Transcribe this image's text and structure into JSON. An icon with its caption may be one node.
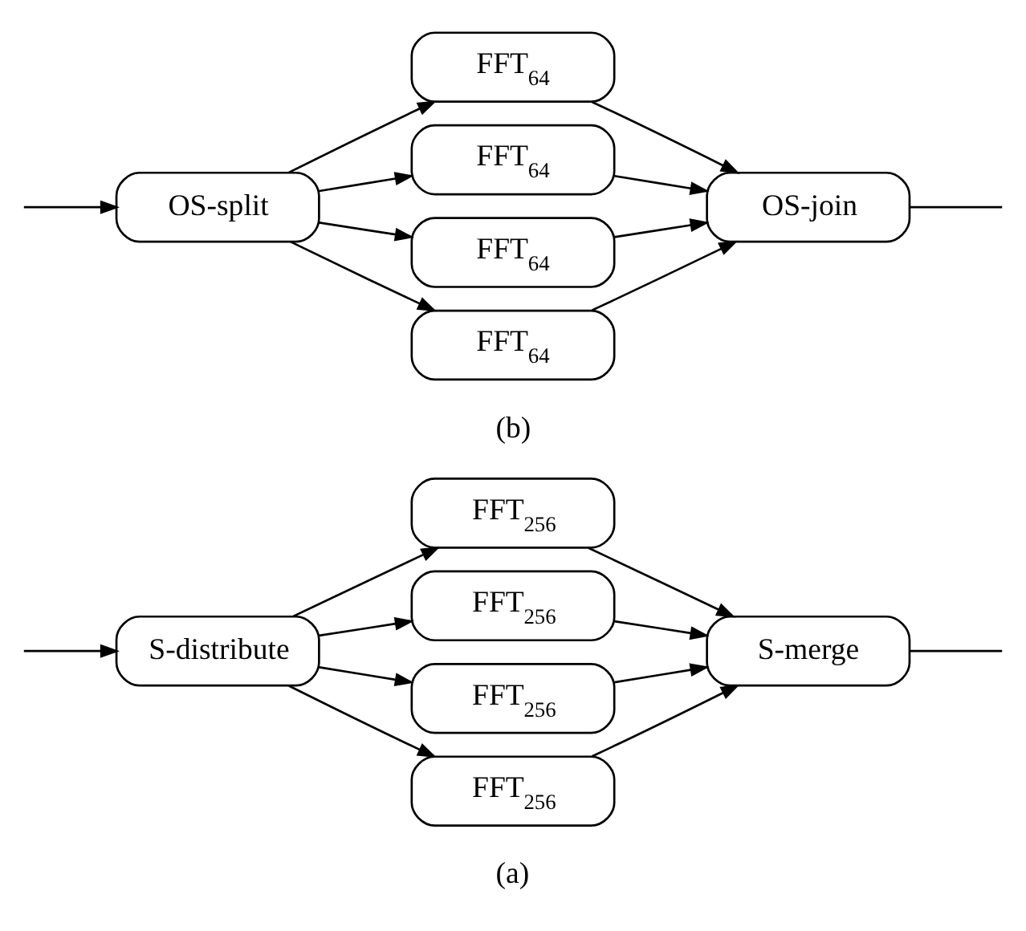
{
  "diagram": {
    "nodes": [
      {
        "text": [
          "S-distribute"
        ]
      },
      {
        "text": [
          "FFT$_{256}$"
        ]
      },
      {
        "text": [
          "FFT$_{256}$"
        ]
      },
      {
        "text": [
          "FFT$_{256}$"
        ]
      },
      {
        "text": [
          "FFT$_{256}$"
        ]
      },
      {
        "text": [
          "S-merge"
        ]
      },
      {
        "text": [
          "OS-split"
        ]
      },
      {
        "text": [
          "FFT$_{64}$"
        ]
      },
      {
        "text": [
          "FFT$_{64}$"
        ]
      },
      {
        "text": [
          "FFT$_{64}$"
        ]
      },
      {
        "text": [
          "FFT$_{64}$"
        ]
      },
      {
        "text": [
          "OS-join"
        ]
      }
    ],
    "edges": [
      {
        "from": null,
        "to": 0,
        "arrow": "to"
      },
      {
        "from": 0,
        "to": 1,
        "arrow": "to"
      },
      {
        "from": 0,
        "to": 2,
        "arrow": "to"
      },
      {
        "from": 0,
        "to": 3,
        "arrow": "to"
      },
      {
        "from": 0,
        "to": 4,
        "arrow": "to"
      },
      {
        "from": 1,
        "to": 5,
        "arrow": "to"
      },
      {
        "from": 2,
        "to": 5,
        "arrow": "to"
      },
      {
        "from": 3,
        "to": 5,
        "arrow": "to"
      },
      {
        "from": 4,
        "to": 5,
        "arrow": "to"
      },
      {
        "from": 5,
        "to": null,
        "arrow": "none"
      },
      {
        "from": null,
        "to": 6,
        "arrow": "to"
      },
      {
        "from": 6,
        "to": 7,
        "arrow": "to"
      },
      {
        "from": 6,
        "to": 8,
        "arrow": "to"
      },
      {
        "from": 6,
        "to": 9,
        "arrow": "to"
      },
      {
        "from": 6,
        "to": 10,
        "arrow": "to"
      },
      {
        "from": 7,
        "to": 11,
        "arrow": "to"
      },
      {
        "from": 8,
        "to": 11,
        "arrow": "to"
      },
      {
        "from": 9,
        "to": 11,
        "arrow": "to"
      },
      {
        "from": 10,
        "to": 11,
        "arrow": "to"
      },
      {
        "from": 11,
        "to": null,
        "arrow": "none"
      }
    ],
    "labels": [
      "(a)",
      "(b)"
    ]
  }
}
